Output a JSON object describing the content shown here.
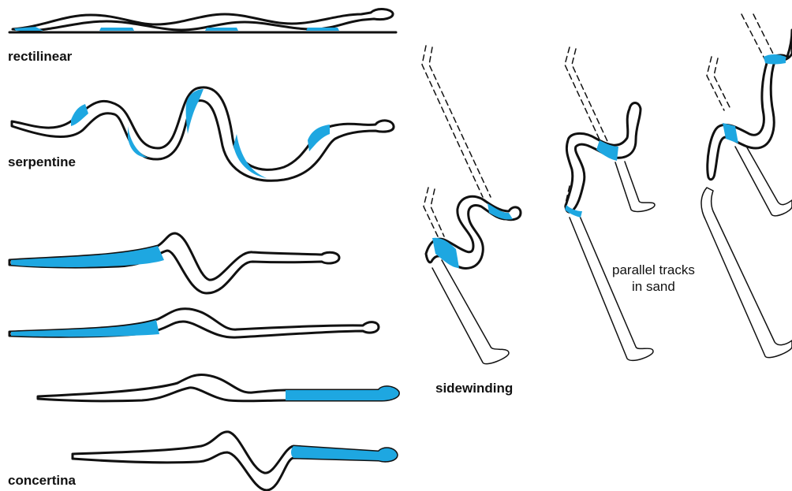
{
  "labels": {
    "rectilinear": "rectilinear",
    "serpentine": "serpentine",
    "concertina": "concertina",
    "sidewinding": "sidewinding",
    "tracks_line1": "parallel tracks",
    "tracks_line2": "in sand"
  },
  "colors": {
    "contact": "#1ea7e1",
    "outline": "#111111",
    "body": "#ffffff"
  }
}
